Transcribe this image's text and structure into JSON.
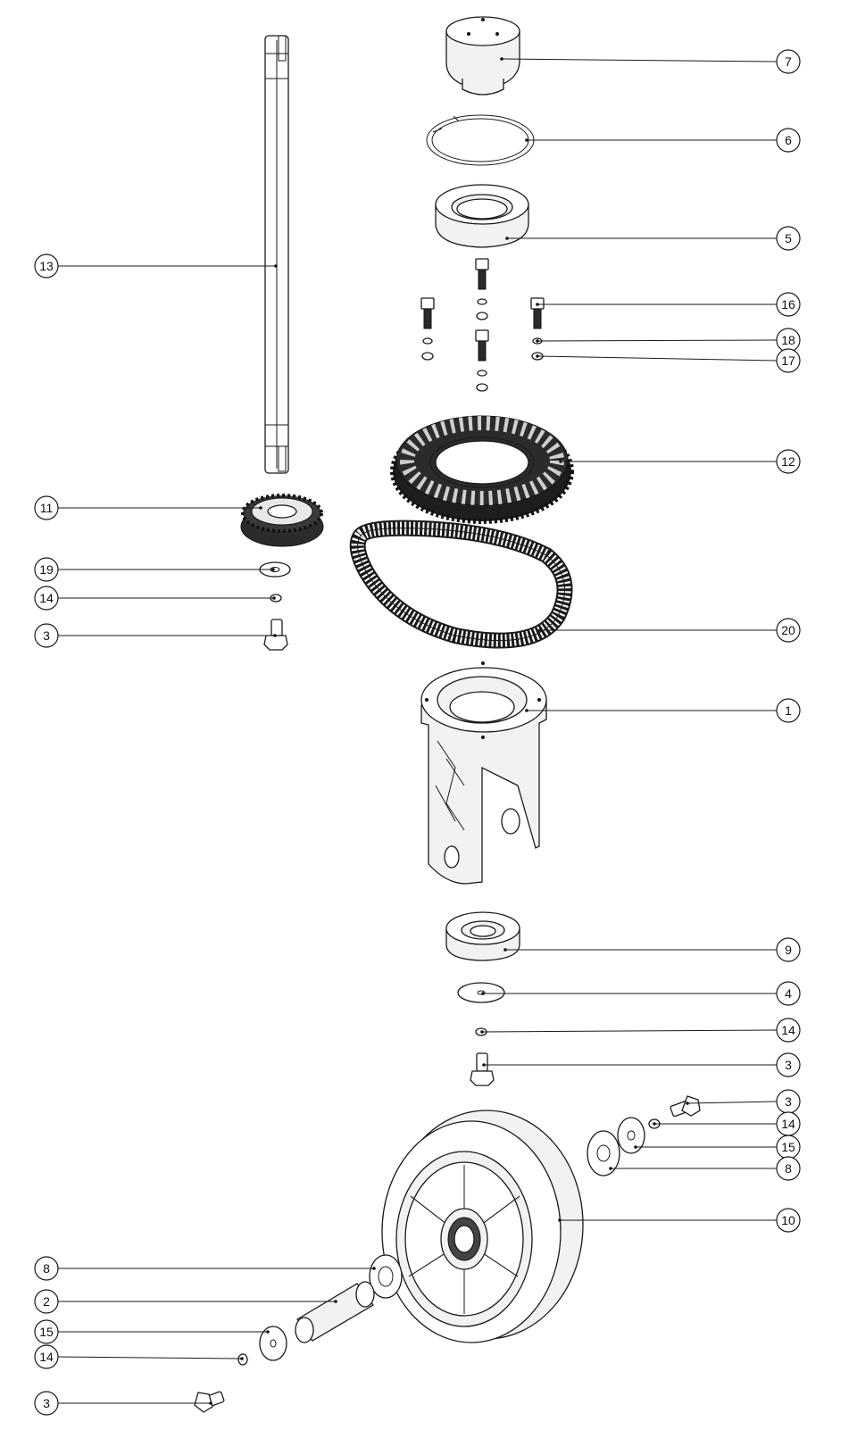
{
  "callouts": [
    {
      "id": "c7",
      "number": "7"
    },
    {
      "id": "c6",
      "number": "6"
    },
    {
      "id": "c5",
      "number": "5"
    },
    {
      "id": "c13",
      "number": "13"
    },
    {
      "id": "c16",
      "number": "16"
    },
    {
      "id": "c18",
      "number": "18"
    },
    {
      "id": "c17",
      "number": "17"
    },
    {
      "id": "c12",
      "number": "12"
    },
    {
      "id": "c11",
      "number": "11"
    },
    {
      "id": "c19",
      "number": "19"
    },
    {
      "id": "c14a",
      "number": "14"
    },
    {
      "id": "c3a",
      "number": "3"
    },
    {
      "id": "c20",
      "number": "20"
    },
    {
      "id": "c1",
      "number": "1"
    },
    {
      "id": "c9",
      "number": "9"
    },
    {
      "id": "c4",
      "number": "4"
    },
    {
      "id": "c14b",
      "number": "14"
    },
    {
      "id": "c3b",
      "number": "3"
    },
    {
      "id": "c3c",
      "number": "3"
    },
    {
      "id": "c14c",
      "number": "14"
    },
    {
      "id": "c15a",
      "number": "15"
    },
    {
      "id": "c8a",
      "number": "8"
    },
    {
      "id": "c10",
      "number": "10"
    },
    {
      "id": "c8b",
      "number": "8"
    },
    {
      "id": "c2",
      "number": "2"
    },
    {
      "id": "c15b",
      "number": "15"
    },
    {
      "id": "c14d",
      "number": "14"
    },
    {
      "id": "c3d",
      "number": "3"
    }
  ]
}
